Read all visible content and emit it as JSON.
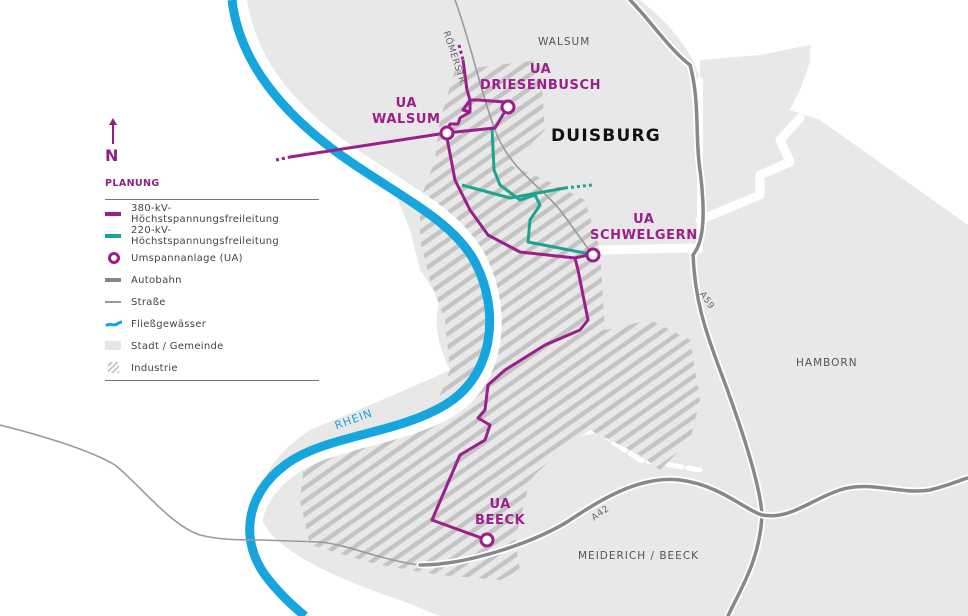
{
  "colors": {
    "line_380kv": "#9b1e8c",
    "line_220kv": "#1fa391",
    "substation": "#9b1e8c",
    "autobahn": "#888888",
    "road": "#999999",
    "river": "#16a6dd",
    "city_area": "#e8e8e8",
    "industry_hatch": "#c4c4c4",
    "background": "#ffffff"
  },
  "map": {
    "city": "DUISBURG",
    "districts": [
      "WALSUM",
      "HAMBORN",
      "MEIDERICH / BEECK"
    ],
    "substations": [
      {
        "line1": "UA",
        "line2": "DRIESENBUSCH"
      },
      {
        "line1": "UA",
        "line2": "WALSUM"
      },
      {
        "line1": "UA",
        "line2": "SCHWELGERN"
      },
      {
        "line1": "UA",
        "line2": "BEECK"
      }
    ],
    "roads": {
      "street": "RÖMERSTR.",
      "autobahn_1": "A59",
      "autobahn_2": "A42"
    },
    "river": "RHEIN"
  },
  "legend": {
    "north": "N",
    "title": "PLANUNG",
    "items": [
      {
        "icon": "purple-line-icon",
        "label": "380-kV-Höchstspannungsfreileitung"
      },
      {
        "icon": "teal-line-icon",
        "label": "220-kV-Höchstspannungsfreileitung"
      },
      {
        "icon": "substation-ring-icon",
        "label": "Umspannanlage (UA)"
      },
      {
        "icon": "autobahn-line-icon",
        "label": "Autobahn"
      },
      {
        "icon": "street-line-icon",
        "label": "Straße"
      },
      {
        "icon": "river-wave-icon",
        "label": "Fließgewässer"
      },
      {
        "icon": "city-area-swatch-icon",
        "label": "Stadt / Gemeinde"
      },
      {
        "icon": "industry-hatch-icon",
        "label": "Industrie"
      }
    ]
  }
}
